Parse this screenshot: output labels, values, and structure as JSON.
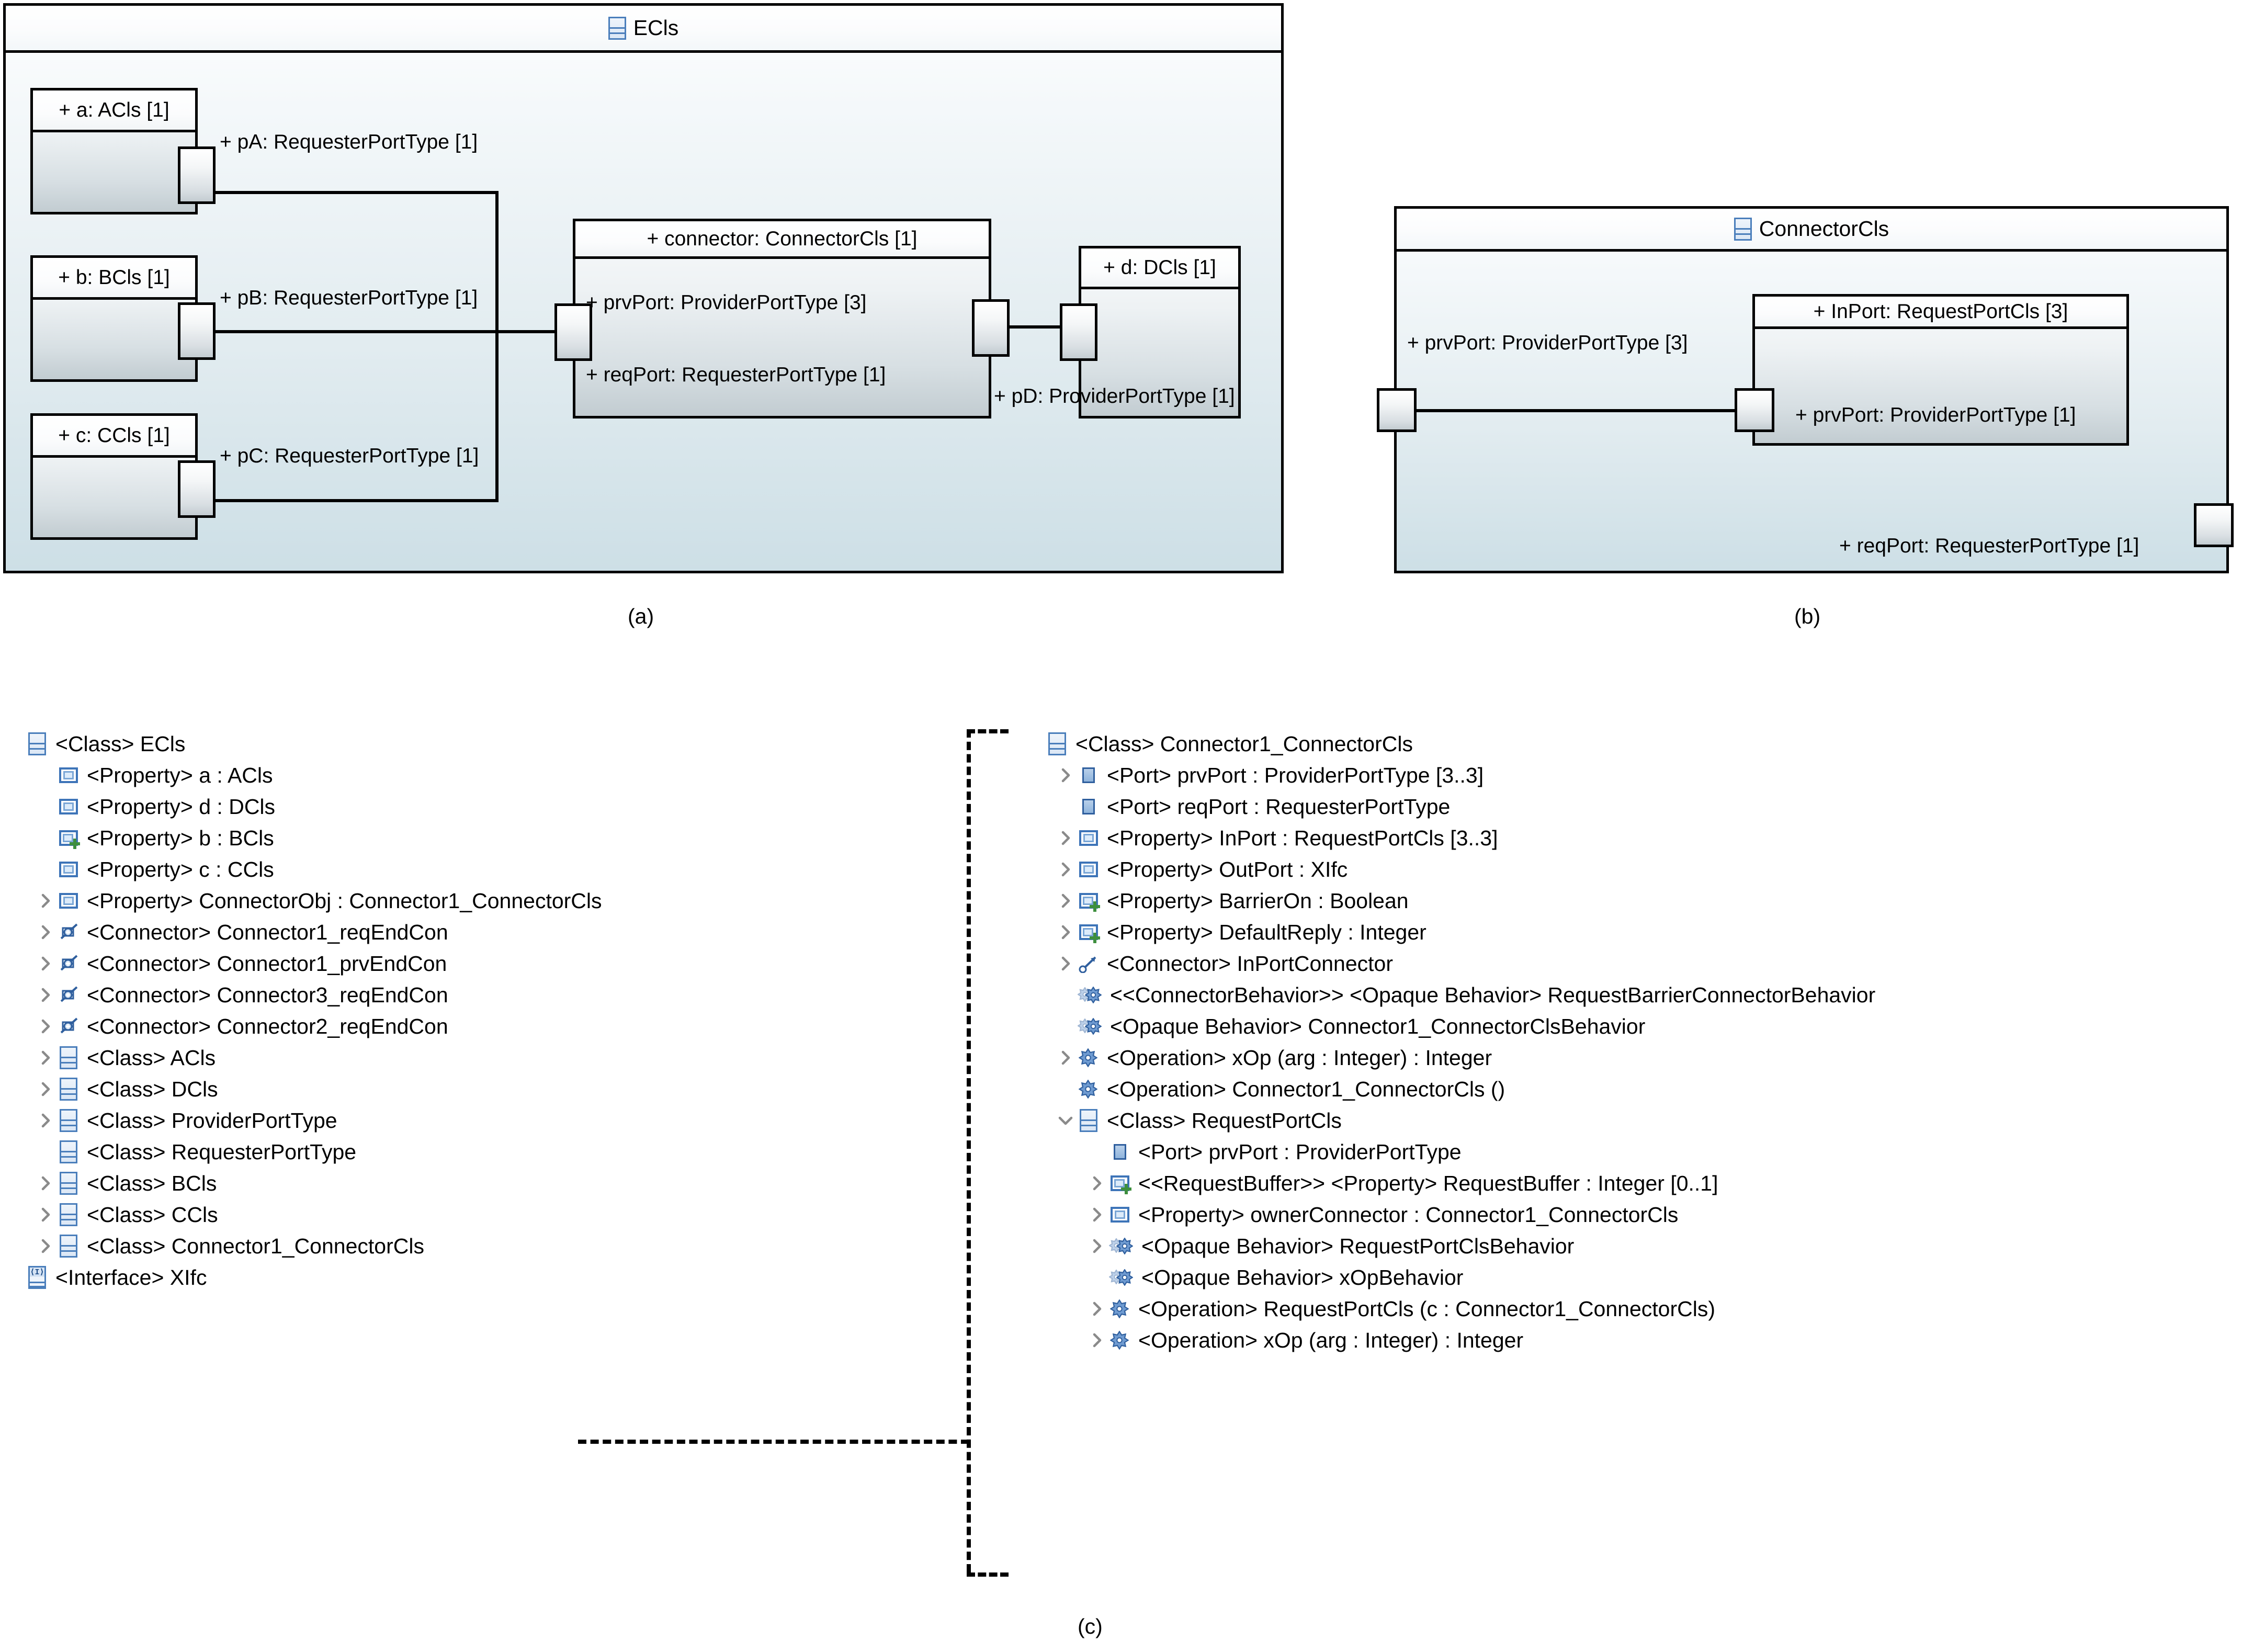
{
  "figures": {
    "a_caption": "(a)",
    "b_caption": "(b)",
    "c_caption": "(c)"
  },
  "diagram_a": {
    "frame_title": "ECls",
    "parts": [
      {
        "name": "+ a: ACls [1]"
      },
      {
        "name": "+ b: BCls [1]"
      },
      {
        "name": "+ c: CCls [1]"
      },
      {
        "name": "+ connector: ConnectorCls [1]"
      },
      {
        "name": "+ d: DCls [1]"
      }
    ],
    "port_labels": [
      "+ pA: RequesterPortType [1]",
      "+ pB: RequesterPortType [1]",
      "+ pC: RequesterPortType [1]",
      "+ prvPort: ProviderPortType [3]",
      "+ reqPort: RequesterPortType [1]",
      "+ pD: ProviderPortType [1]"
    ]
  },
  "diagram_b": {
    "frame_title": "ConnectorCls",
    "inner_part": "+ InPort: RequestPortCls [3]",
    "labels": [
      "+ prvPort: ProviderPortType [3]",
      "+ prvPort: ProviderPortType [1]",
      "+ reqPort: RequesterPortType [1]"
    ]
  },
  "tree_left": {
    "items": [
      {
        "indent": 0,
        "chevron": "none",
        "icon": "class-icon",
        "label": "<Class> ECls"
      },
      {
        "indent": 1,
        "chevron": "none",
        "icon": "property-icon",
        "label": "<Property> a : ACls"
      },
      {
        "indent": 1,
        "chevron": "none",
        "icon": "property-icon",
        "label": "<Property> d : DCls"
      },
      {
        "indent": 1,
        "chevron": "none",
        "icon": "property-plus-icon",
        "label": "<Property> b : BCls"
      },
      {
        "indent": 1,
        "chevron": "none",
        "icon": "property-icon",
        "label": "<Property> c : CCls"
      },
      {
        "indent": 1,
        "chevron": "collapsed",
        "icon": "property-icon",
        "label": "<Property> ConnectorObj : Connector1_ConnectorCls"
      },
      {
        "indent": 1,
        "chevron": "collapsed",
        "icon": "connector-icon",
        "label": "<Connector> Connector1_reqEndCon"
      },
      {
        "indent": 1,
        "chevron": "collapsed",
        "icon": "connector-icon",
        "label": "<Connector> Connector1_prvEndCon"
      },
      {
        "indent": 1,
        "chevron": "collapsed",
        "icon": "connector-icon",
        "label": "<Connector> Connector3_reqEndCon"
      },
      {
        "indent": 1,
        "chevron": "collapsed",
        "icon": "connector-icon",
        "label": "<Connector> Connector2_reqEndCon"
      },
      {
        "indent": 1,
        "chevron": "collapsed",
        "icon": "class-icon",
        "label": "<Class> ACls"
      },
      {
        "indent": 1,
        "chevron": "collapsed",
        "icon": "class-icon",
        "label": "<Class> DCls"
      },
      {
        "indent": 1,
        "chevron": "collapsed",
        "icon": "class-icon",
        "label": "<Class> ProviderPortType"
      },
      {
        "indent": 1,
        "chevron": "none",
        "icon": "class-icon",
        "label": "<Class> RequesterPortType"
      },
      {
        "indent": 1,
        "chevron": "collapsed",
        "icon": "class-icon",
        "label": "<Class> BCls"
      },
      {
        "indent": 1,
        "chevron": "collapsed",
        "icon": "class-icon",
        "label": "<Class> CCls"
      },
      {
        "indent": 1,
        "chevron": "collapsed",
        "icon": "class-icon",
        "label": "<Class> Connector1_ConnectorCls"
      },
      {
        "indent": 0,
        "chevron": "none",
        "icon": "interface-icon",
        "label": "<Interface> XIfc"
      }
    ]
  },
  "tree_right": {
    "items": [
      {
        "indent": 0,
        "chevron": "none",
        "icon": "class-icon",
        "label": "<Class> Connector1_ConnectorCls"
      },
      {
        "indent": 1,
        "chevron": "collapsed",
        "icon": "port-icon",
        "label": "<Port> prvPort : ProviderPortType [3..3]"
      },
      {
        "indent": 1,
        "chevron": "none",
        "icon": "port-icon",
        "label": "<Port> reqPort : RequesterPortType"
      },
      {
        "indent": 1,
        "chevron": "collapsed",
        "icon": "property-icon",
        "label": "<Property> InPort : RequestPortCls [3..3]"
      },
      {
        "indent": 1,
        "chevron": "collapsed",
        "icon": "property-icon",
        "label": "<Property> OutPort : XIfc"
      },
      {
        "indent": 1,
        "chevron": "collapsed",
        "icon": "property-plus-icon",
        "label": "<Property> BarrierOn : Boolean"
      },
      {
        "indent": 1,
        "chevron": "collapsed",
        "icon": "property-plus-icon",
        "label": "<Property> DefaultReply : Integer"
      },
      {
        "indent": 1,
        "chevron": "collapsed",
        "icon": "connector-arrow-icon",
        "label": "<Connector> InPortConnector"
      },
      {
        "indent": 1,
        "chevron": "none",
        "icon": "opaque-behavior-icon",
        "label": "<<ConnectorBehavior>> <Opaque Behavior> RequestBarrierConnectorBehavior"
      },
      {
        "indent": 1,
        "chevron": "none",
        "icon": "opaque-behavior-icon",
        "label": "<Opaque Behavior> Connector1_ConnectorClsBehavior"
      },
      {
        "indent": 1,
        "chevron": "collapsed",
        "icon": "operation-icon",
        "label": "<Operation> xOp (arg : Integer) : Integer"
      },
      {
        "indent": 1,
        "chevron": "none",
        "icon": "operation-icon",
        "label": "<Operation> Connector1_ConnectorCls ()"
      },
      {
        "indent": 1,
        "chevron": "expanded",
        "icon": "class-icon",
        "label": "<Class> RequestPortCls"
      },
      {
        "indent": 2,
        "chevron": "none",
        "icon": "port-icon",
        "label": "<Port> prvPort : ProviderPortType"
      },
      {
        "indent": 2,
        "chevron": "collapsed",
        "icon": "property-plus-icon",
        "label": "<<RequestBuffer>> <Property> RequestBuffer : Integer [0..1]"
      },
      {
        "indent": 2,
        "chevron": "collapsed",
        "icon": "property-icon",
        "label": "<Property> ownerConnector : Connector1_ConnectorCls"
      },
      {
        "indent": 2,
        "chevron": "collapsed",
        "icon": "opaque-behavior-icon",
        "label": "<Opaque Behavior> RequestPortClsBehavior"
      },
      {
        "indent": 2,
        "chevron": "none",
        "icon": "opaque-behavior-icon",
        "label": "<Opaque Behavior> xOpBehavior"
      },
      {
        "indent": 2,
        "chevron": "collapsed",
        "icon": "operation-icon",
        "label": "<Operation> RequestPortCls (c : Connector1_ConnectorCls)"
      },
      {
        "indent": 2,
        "chevron": "collapsed",
        "icon": "operation-icon",
        "label": "<Operation> xOp (arg : Integer) : Integer"
      }
    ]
  },
  "colors": {
    "icon_blue": "#4a7ebb",
    "icon_blue_dark": "#2f5f9e",
    "plus_green": "#3e8f3e",
    "frame_fill_top": "#fdfefe",
    "frame_fill_bottom": "#cddfe6",
    "line": "#000000"
  }
}
